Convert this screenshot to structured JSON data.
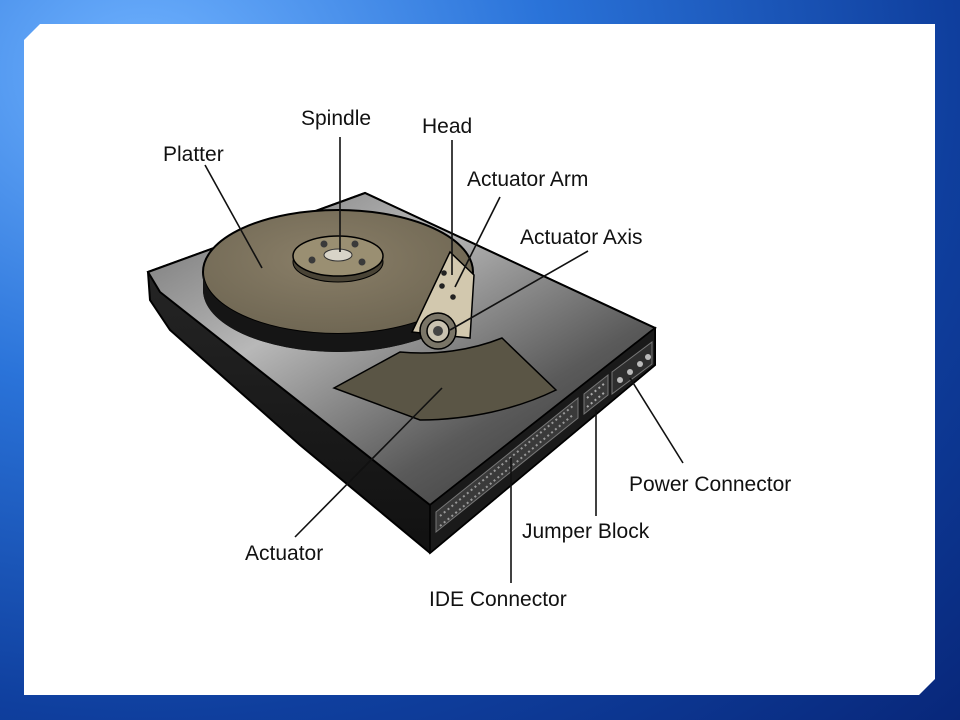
{
  "background_colors": {
    "top": "#6fb2ff",
    "bottom": "#08277a"
  },
  "diagram": {
    "labels": {
      "spindle": "Spindle",
      "head": "Head",
      "platter": "Platter",
      "actuator_arm": "Actuator Arm",
      "actuator_axis": "Actuator Axis",
      "power_connector": "Power Connector",
      "jumper_block": "Jumper Block",
      "actuator": "Actuator",
      "ide_connector": "IDE Connector"
    }
  }
}
